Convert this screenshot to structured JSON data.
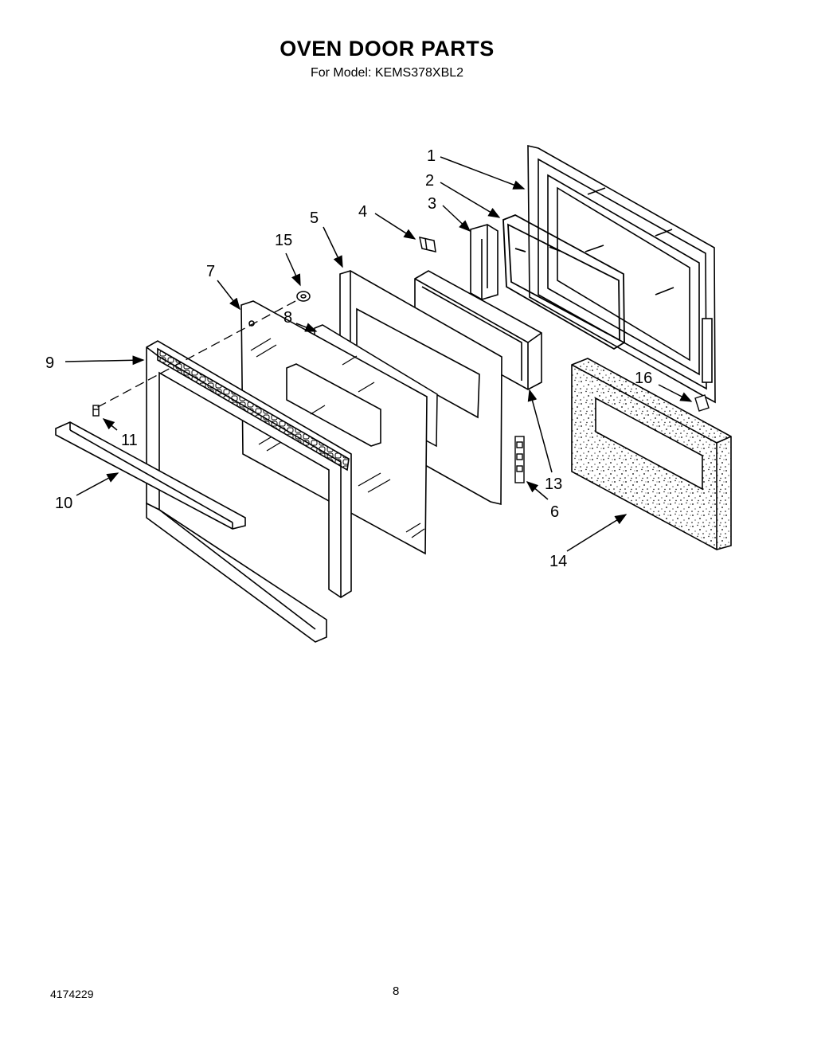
{
  "header": {
    "title": "OVEN DOOR PARTS",
    "subtitle": "For Model: KEMS378XBL2"
  },
  "footer": {
    "document_number": "4174229",
    "page_number": "8"
  },
  "callouts": {
    "p1": "1",
    "p2": "2",
    "p3": "3",
    "p4": "4",
    "p5": "5",
    "p6": "6",
    "p7": "7",
    "p8": "8",
    "p9": "9",
    "p10": "10",
    "p11": "11",
    "p13": "13",
    "p14": "14",
    "p15": "15",
    "p16": "16"
  }
}
